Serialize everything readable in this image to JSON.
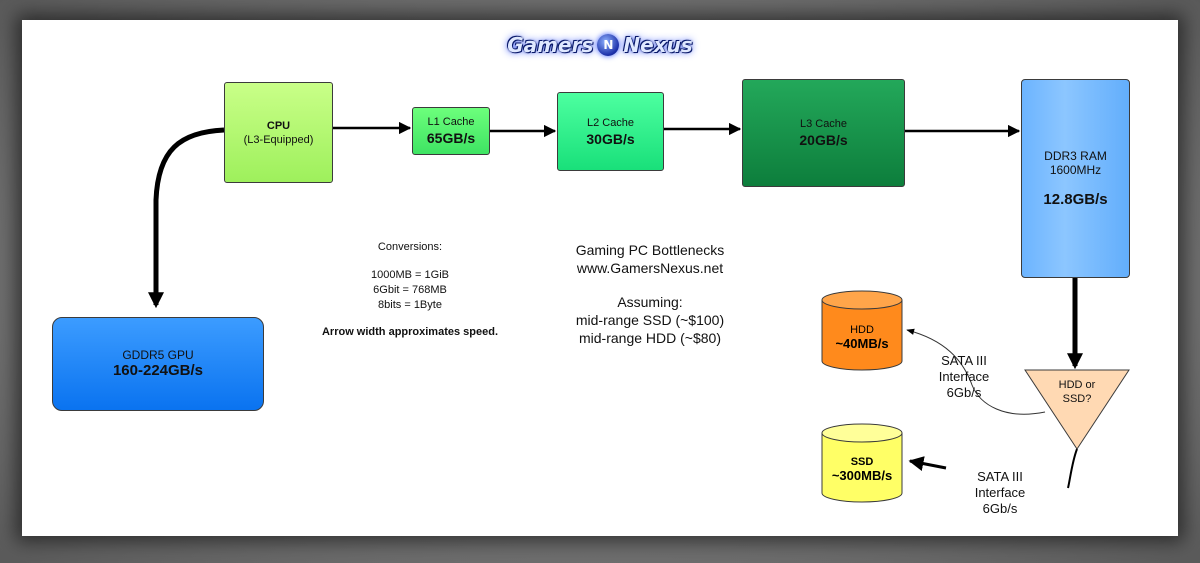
{
  "logo": {
    "left": "Gamers",
    "right": "Nexus"
  },
  "nodes": {
    "cpu": {
      "title": "CPU",
      "subtitle": "(L3-Equipped)"
    },
    "l1": {
      "title": "L1 Cache",
      "value": "65GB/s"
    },
    "l2": {
      "title": "L2 Cache",
      "value": "30GB/s"
    },
    "l3": {
      "title": "L3 Cache",
      "value": "20GB/s"
    },
    "ram": {
      "title": "DDR3 RAM",
      "subtitle": "1600MHz",
      "value": "12.8GB/s"
    },
    "gpu": {
      "title": "GDDR5 GPU",
      "value": "160-224GB/s"
    },
    "hdd": {
      "title": "HDD",
      "value": "~40MB/s"
    },
    "ssd": {
      "title": "SSD",
      "value": "~300MB/s"
    },
    "decision": {
      "line1": "HDD or",
      "line2": "SSD?"
    }
  },
  "conversions": {
    "heading": "Conversions:",
    "lines": [
      "1000MB = 1GiB",
      "6Gbit = 768MB",
      "8bits = 1Byte"
    ],
    "note": "Arrow width approximates speed."
  },
  "info": {
    "title1": "Gaming PC Bottlenecks",
    "title2": "www.GamersNexus.net",
    "assume_heading": "Assuming:",
    "assume1": "mid-range SSD (~$100)",
    "assume2": "mid-range HDD (~$80)"
  },
  "interfaces": {
    "hdd_link": {
      "line1": "SATA III",
      "line2": "Interface",
      "line3": "6Gb/s"
    },
    "ssd_link": {
      "line1": "SATA III",
      "line2": "Interface",
      "line3": "6Gb/s"
    }
  },
  "colors": {
    "cpu": "#aef56c",
    "l1": "#4ef06c",
    "l2": "#2bef8a",
    "l3": "#168e48",
    "ram": "#7bbcff",
    "gpu": "#1f86f8",
    "hdd": "#ff8a1c",
    "ssd": "#ffff66",
    "decision": "#ffd9b3"
  }
}
